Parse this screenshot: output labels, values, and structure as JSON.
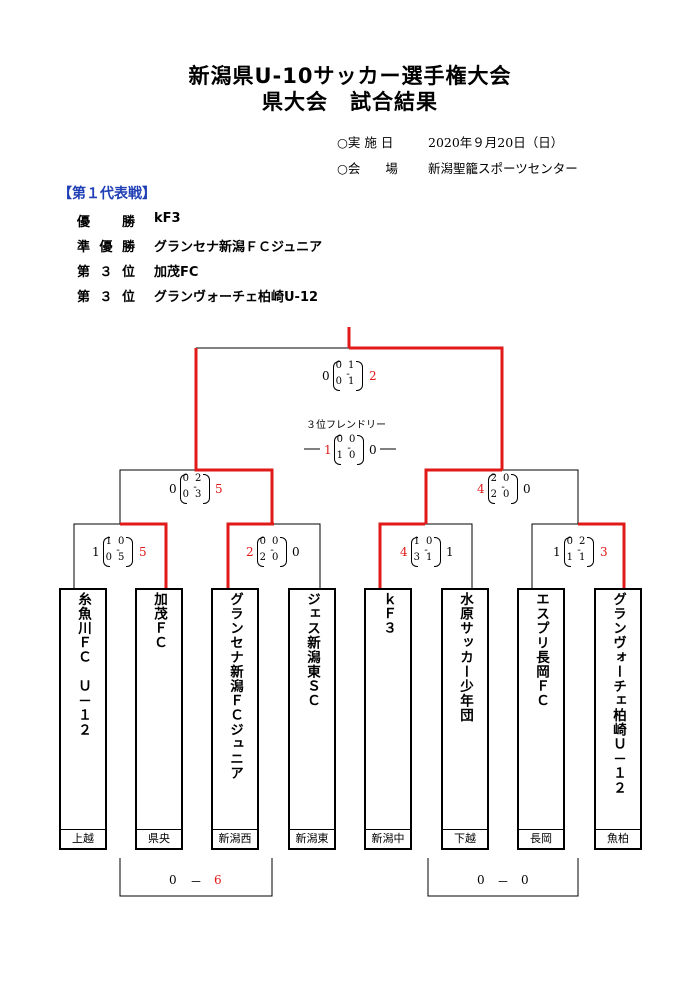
{
  "header": {
    "title_line1": "新潟県U-10サッカー選手権大会",
    "title_line2": "県大会　試合結果"
  },
  "info": {
    "date_label": "○実 施 日",
    "date_value": "2020年９月20日（日）",
    "venue_label": "○会　　場",
    "venue_value": "新潟聖籠スポーツセンター"
  },
  "results": {
    "section_title": "【第１代表戦】",
    "rows": [
      {
        "label": [
          "優",
          "勝"
        ],
        "name": "kF3"
      },
      {
        "label": [
          "準",
          "優",
          "勝"
        ],
        "name": "グランセナ新潟ＦＣジュニア"
      },
      {
        "label": [
          "第",
          "３",
          "位"
        ],
        "name": "加茂FC"
      },
      {
        "label": [
          "第",
          "３",
          "位"
        ],
        "name": "グランヴォーチェ柏崎U-12"
      }
    ]
  },
  "bracket": {
    "final": {
      "left": "0",
      "right": "2",
      "top": [
        "0",
        "1"
      ],
      "dash": "-",
      "bottom": [
        "0",
        "1"
      ]
    },
    "third_place": {
      "title": "３位フレンドリー",
      "left": "1",
      "right": "0",
      "top": [
        "0",
        "0"
      ],
      "dash": "-",
      "bottom": [
        "1",
        "0"
      ]
    },
    "semi_left": {
      "left": "0",
      "right": "5",
      "top": [
        "0",
        "2"
      ],
      "dash": "-",
      "bottom": [
        "0",
        "3"
      ]
    },
    "semi_right": {
      "left": "4",
      "right": "0",
      "top": [
        "2",
        "0"
      ],
      "dash": "-",
      "bottom": [
        "2",
        "0"
      ]
    },
    "qf": [
      {
        "left": "1",
        "right": "5",
        "top": [
          "1",
          "0"
        ],
        "dash": "-",
        "bottom": [
          "0",
          "5"
        ]
      },
      {
        "left": "2",
        "right": "0",
        "top": [
          "0",
          "0"
        ],
        "dash": "-",
        "bottom": [
          "2",
          "0"
        ]
      },
      {
        "left": "4",
        "right": "1",
        "top": [
          "1",
          "0"
        ],
        "dash": "-",
        "bottom": [
          "3",
          "1"
        ]
      },
      {
        "left": "1",
        "right": "3",
        "top": [
          "0",
          "2"
        ],
        "dash": "-",
        "bottom": [
          "1",
          "1"
        ]
      }
    ],
    "teams": [
      {
        "name": "糸魚川ＦＣ　Ｕ－１２",
        "region": "上越"
      },
      {
        "name": "加茂ＦＣ",
        "region": "県央"
      },
      {
        "name": "グランセナ新潟ＦＣジュニア",
        "region": "新潟西"
      },
      {
        "name": "ジェス新潟東ＳＣ",
        "region": "新潟東"
      },
      {
        "name": "ｋＦ３",
        "region": "新潟中"
      },
      {
        "name": "水原サッカー少年団",
        "region": "下越"
      },
      {
        "name": "エスプリ長岡ＦＣ",
        "region": "長岡"
      },
      {
        "name": "グランヴォーチェ柏崎Ｕ－１２",
        "region": "魚柏"
      }
    ],
    "friendly": [
      {
        "left": "0",
        "dash": "－",
        "right": "6"
      },
      {
        "left": "0",
        "dash": "－",
        "right": "0"
      }
    ]
  },
  "colors": {
    "winner_line": "#e01919",
    "section_title": "#1f3fb5"
  }
}
